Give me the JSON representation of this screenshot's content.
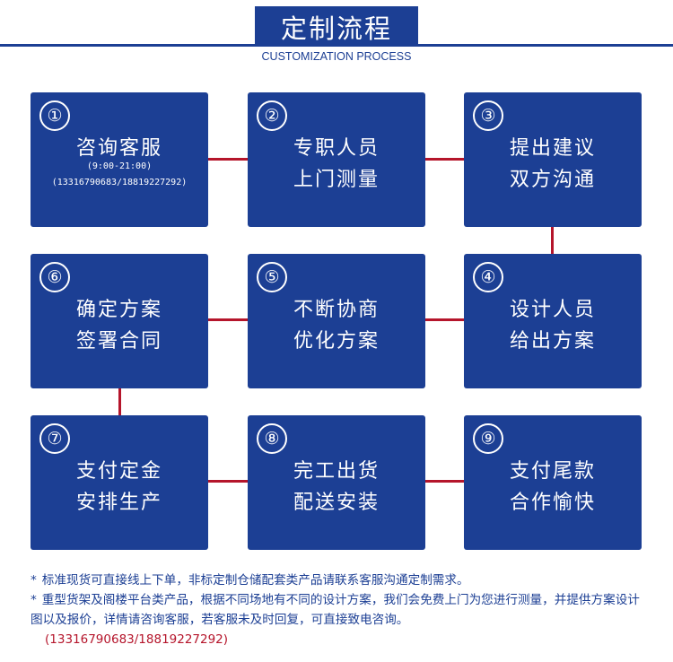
{
  "header": {
    "title": "定制流程",
    "subtitle": "CUSTOMIZATION PROCESS"
  },
  "steps": [
    {
      "num": "①",
      "line1": "咨询客服",
      "sub1": "(9:00-21:00)",
      "sub2": "(13316790683/18819227292)"
    },
    {
      "num": "②",
      "line1": "专职人员",
      "line2": "上门测量"
    },
    {
      "num": "③",
      "line1": "提出建议",
      "line2": "双方沟通"
    },
    {
      "num": "④",
      "line1": "设计人员",
      "line2": "给出方案"
    },
    {
      "num": "⑤",
      "line1": "不断协商",
      "line2": "优化方案"
    },
    {
      "num": "⑥",
      "line1": "确定方案",
      "line2": "签署合同"
    },
    {
      "num": "⑦",
      "line1": "支付定金",
      "line2": "安排生产"
    },
    {
      "num": "⑧",
      "line1": "完工出货",
      "line2": "配送安装"
    },
    {
      "num": "⑨",
      "line1": "支付尾款",
      "line2": "合作愉快"
    }
  ],
  "notes": {
    "star": "*",
    "note1": "标准现货可直接线上下单，非标定制仓储配套类产品请联系客服沟通定制需求。",
    "note2": "重型货架及阁楼平台类产品，根据不同场地有不同的设计方案，我们会免费上门为您进行测量，并提供方案设计图以及报价，详情请咨询客服，若客服未及时回复，可直接致电咨询。",
    "phone": "(13316790683/18819227292)"
  },
  "colors": {
    "primary": "#1c3f94",
    "connector": "#b5152b",
    "background": "#ffffff"
  }
}
